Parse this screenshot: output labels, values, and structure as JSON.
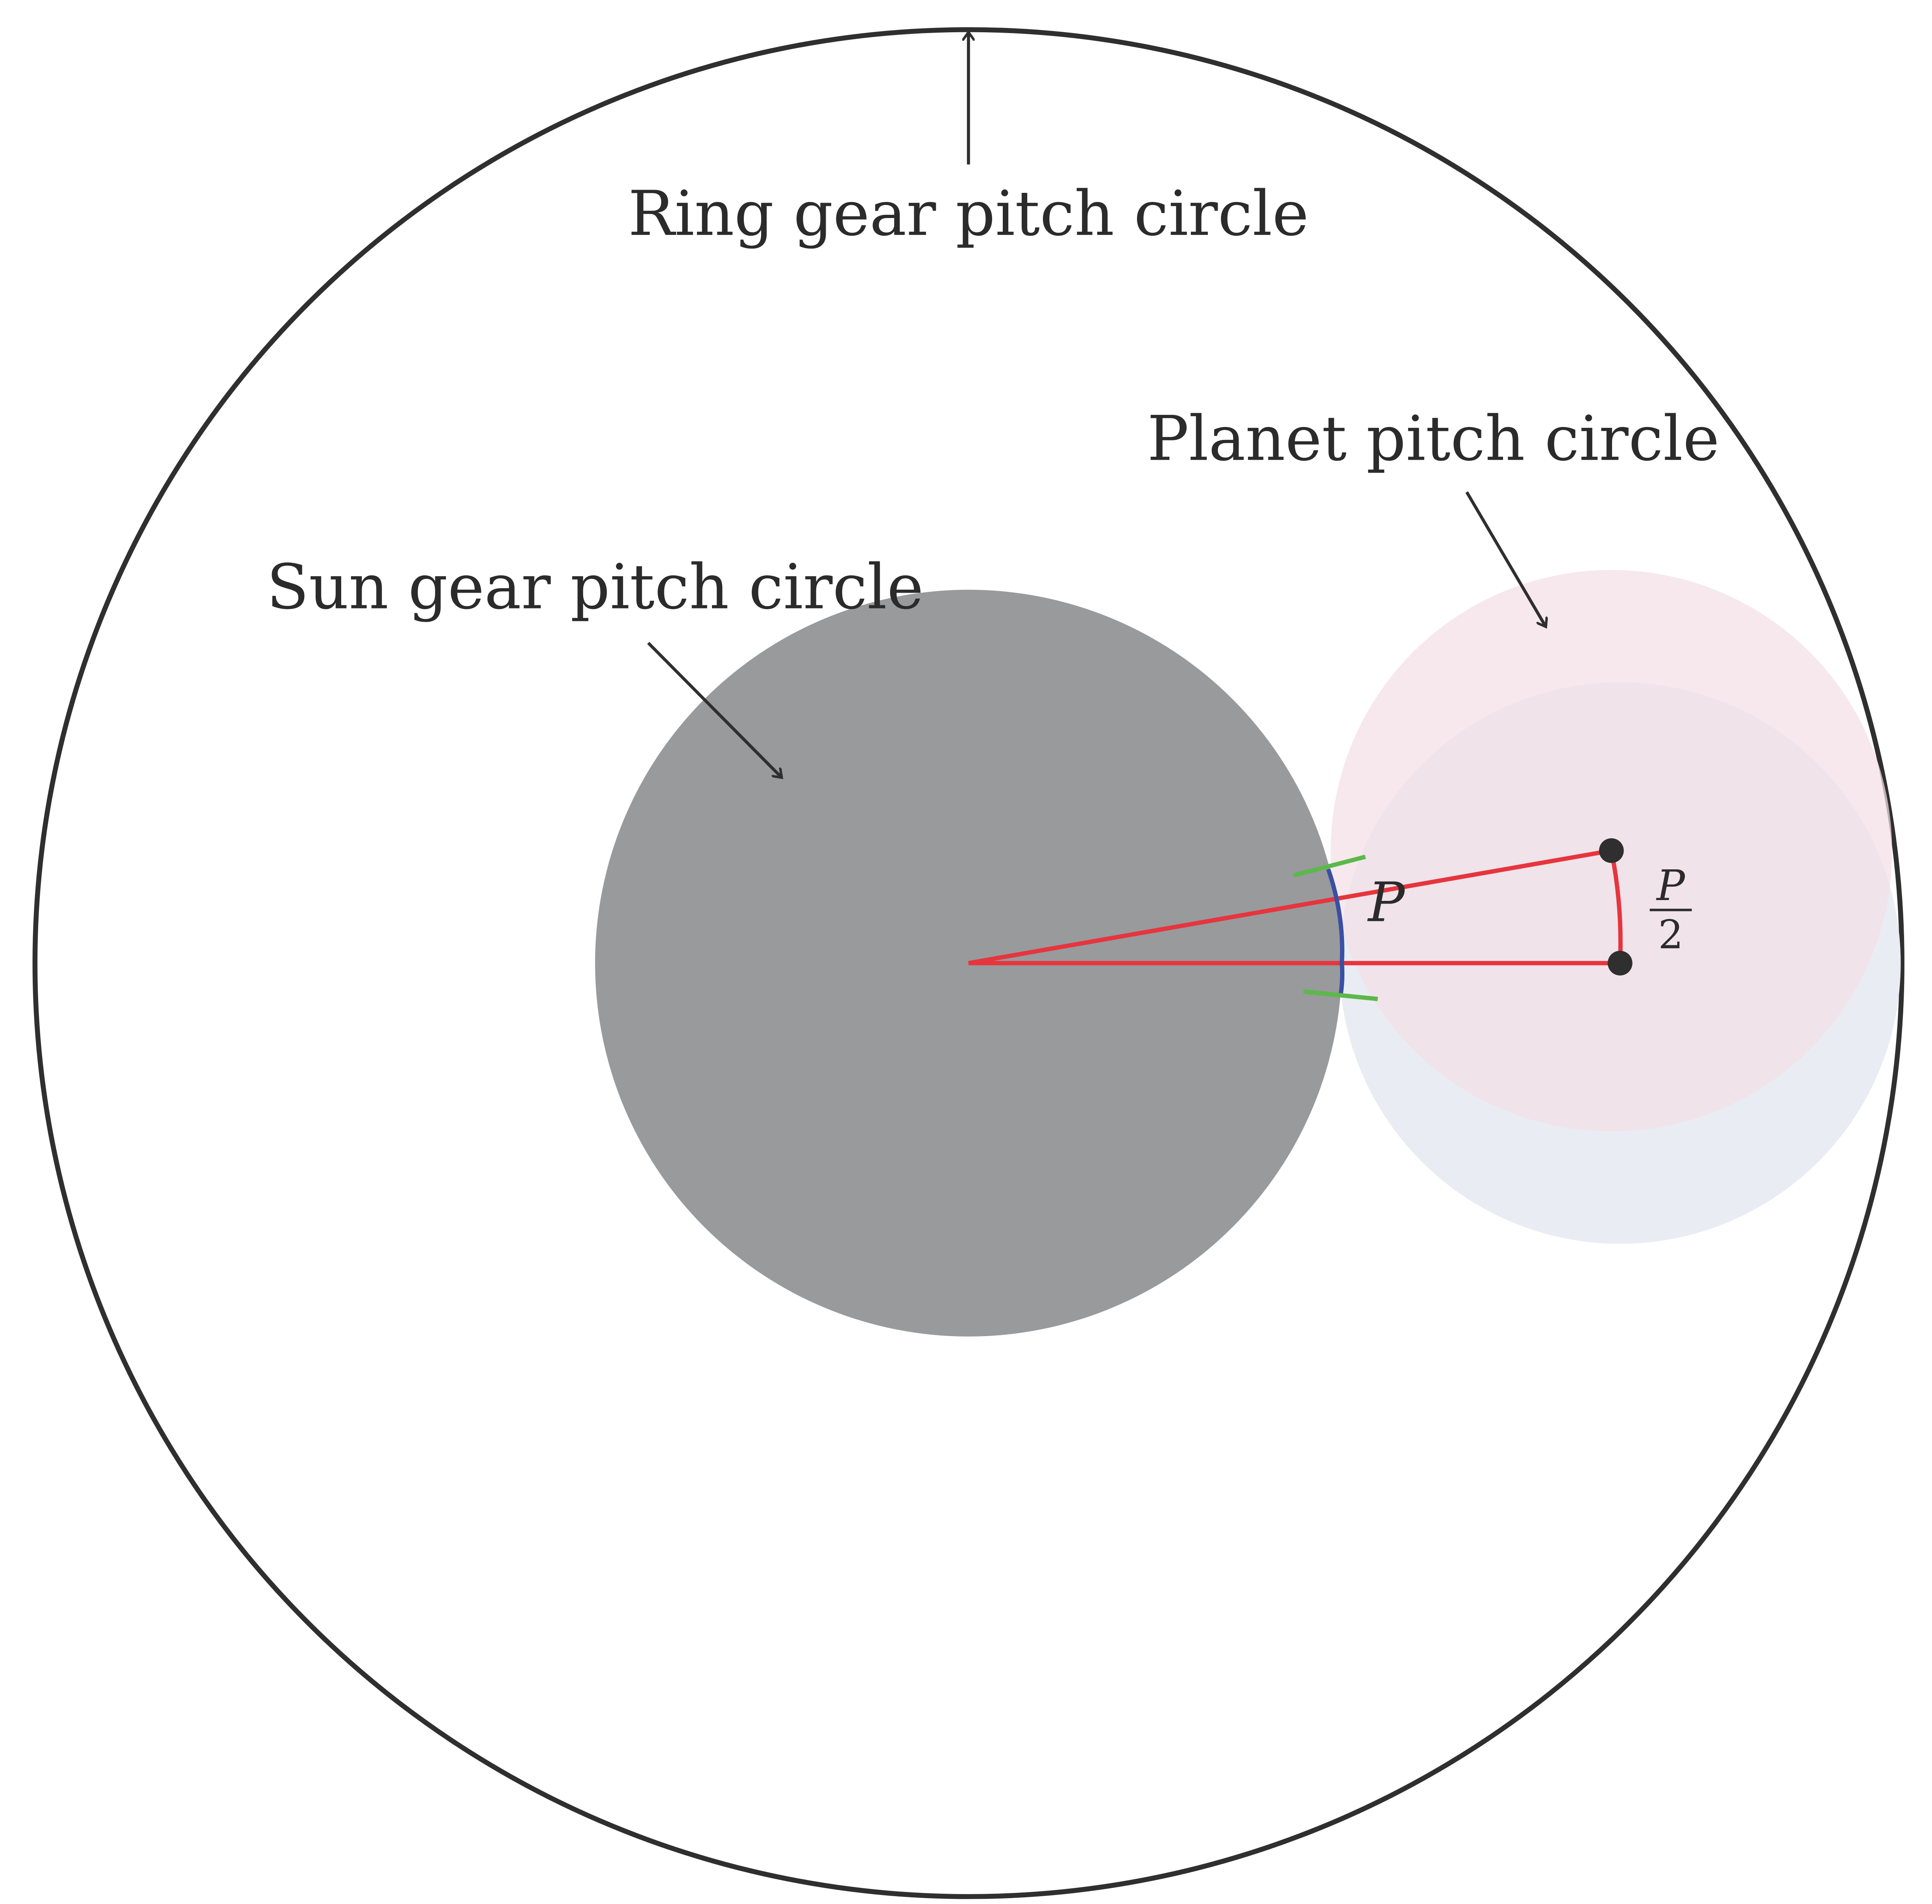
{
  "labels": {
    "ring": "Ring gear pitch circle",
    "planet": "Planet pitch circle",
    "sun": "Sun gear pitch circle",
    "arc": "P",
    "half_numerator": "P",
    "half_denominator": "2"
  },
  "colors": {
    "ring_stroke": "#2f2f2f",
    "sun_fill": "#999a9c",
    "planet_fill_pink": "#f5e6ea",
    "planet_fill_blue": "#e9ecf3",
    "angle_lines": "#e6353e",
    "arc": "#3a4fa4",
    "ticks": "#5cb84a",
    "dots": "#2f2f2f"
  }
}
